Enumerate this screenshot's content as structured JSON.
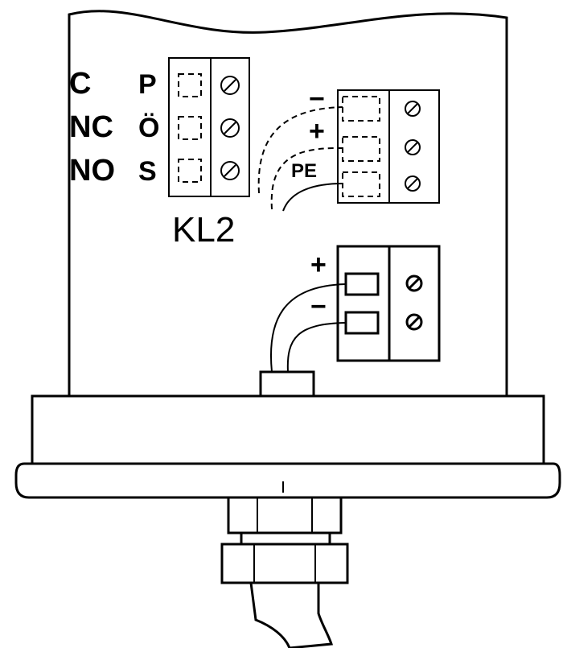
{
  "left_terminal": {
    "row_labels": [
      "C",
      "NC",
      "NO"
    ],
    "contact_labels": [
      "P",
      "Ö",
      "S"
    ],
    "block_label": "KL2"
  },
  "right_terminal": {
    "labels": [
      "−",
      "+",
      "PE"
    ]
  },
  "power_terminal": {
    "labels": [
      "+",
      "−"
    ]
  }
}
